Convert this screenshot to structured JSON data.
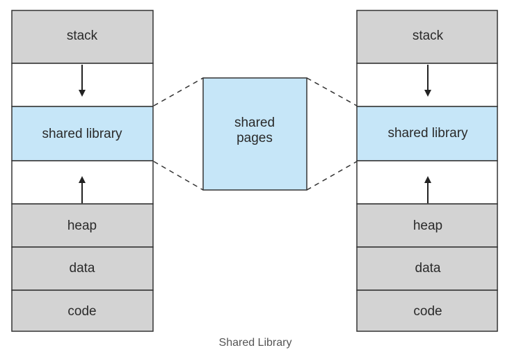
{
  "diagram": {
    "left_column": {
      "segments": [
        "stack",
        "",
        "shared library",
        "",
        "heap",
        "data",
        "code"
      ]
    },
    "shared_block": {
      "lines": [
        "shared",
        "pages"
      ]
    },
    "right_column": {
      "segments": [
        "stack",
        "",
        "shared library",
        "",
        "heap",
        "data",
        "code"
      ]
    },
    "caption": "Shared Library",
    "colors": {
      "gray_segment": "#d3d3d3",
      "shared_segment": "#c6e6f8",
      "free_segment": "#ffffff",
      "border": "#333333",
      "arrow": "#222222"
    }
  }
}
